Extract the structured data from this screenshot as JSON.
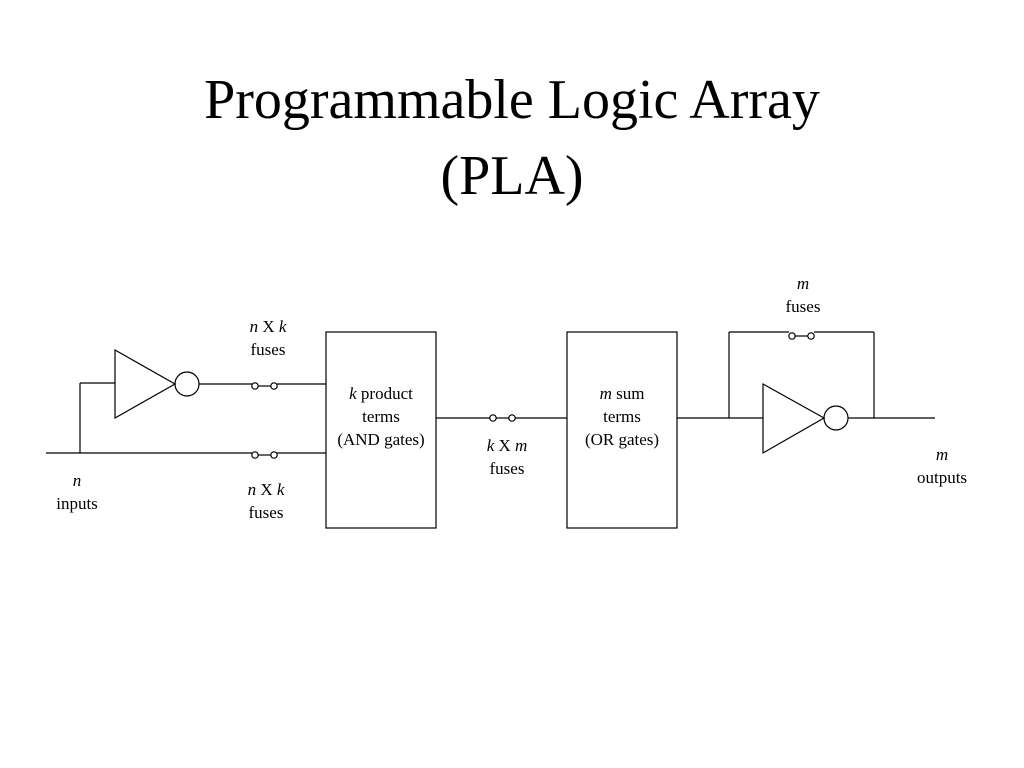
{
  "title": {
    "line1": "Programmable Logic Array",
    "line2": "(PLA)"
  },
  "labels": {
    "input_fuses_top": {
      "var1": "n",
      "op": " X ",
      "var2": "k",
      "line2": "fuses"
    },
    "input_fuses_bottom": {
      "var1": "n",
      "op": " X ",
      "var2": "k",
      "line2": "fuses"
    },
    "inputs": {
      "var": "n",
      "line2": "inputs"
    },
    "and_block": {
      "var": "k",
      "rest": " product",
      "line2": "terms",
      "line3": "(AND gates)"
    },
    "middle_fuses": {
      "var1": "k",
      "op": " X ",
      "var2": "m",
      "line2": "fuses"
    },
    "or_block": {
      "var": "m",
      "rest": " sum",
      "line2": "terms",
      "line3": "(OR gates)"
    },
    "output_fuses": {
      "var": "m",
      "line2": "fuses"
    },
    "outputs": {
      "var": "m",
      "line2": "outputs"
    }
  },
  "colors": {
    "line": "#000000",
    "background": "#ffffff"
  }
}
